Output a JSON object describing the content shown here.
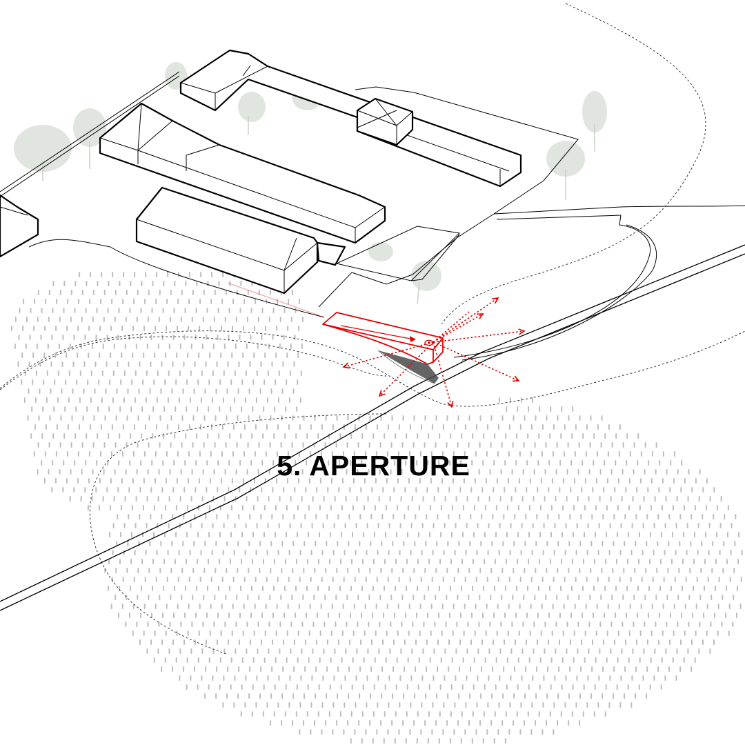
{
  "caption": {
    "text": "5. APERTURE"
  },
  "colors": {
    "highlight": "#e00000",
    "linework": "#000000",
    "vineyard": "#bdbdbd",
    "trees": "#d6dcd6",
    "background": "#ffffff"
  },
  "elements": {
    "buildings": [
      "north-barn",
      "middle-barn",
      "south-barn",
      "left-barn",
      "annex-shed"
    ],
    "highlight_structure": "aperture-viewing-box",
    "view_icon": "eye-icon",
    "view_directions": 8,
    "landscape": [
      "vineyard-rows",
      "background-trees",
      "road",
      "dashed-paths"
    ]
  }
}
